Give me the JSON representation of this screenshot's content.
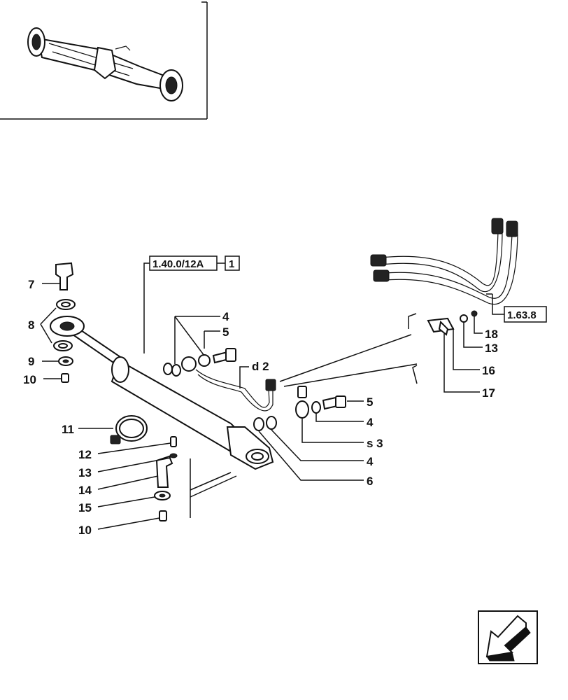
{
  "references": {
    "ref_a": "1.40.0/12A",
    "ref_b": "1",
    "ref_c": "1.63.8"
  },
  "callouts": {
    "c7": "7",
    "c8": "8",
    "c9": "9",
    "c10a": "10",
    "c11": "11",
    "c12": "12",
    "c13a": "13",
    "c14": "14",
    "c15": "15",
    "c10b": "10",
    "c4a": "4",
    "c5a": "5",
    "cd2": "d 2",
    "c5b": "5",
    "c4b": "4",
    "cs3": "s 3",
    "c4c": "4",
    "c6": "6",
    "c18": "18",
    "c13b": "13",
    "c16": "16",
    "c17": "17"
  },
  "nav": {
    "icon": "arrow-down-left-icon"
  }
}
